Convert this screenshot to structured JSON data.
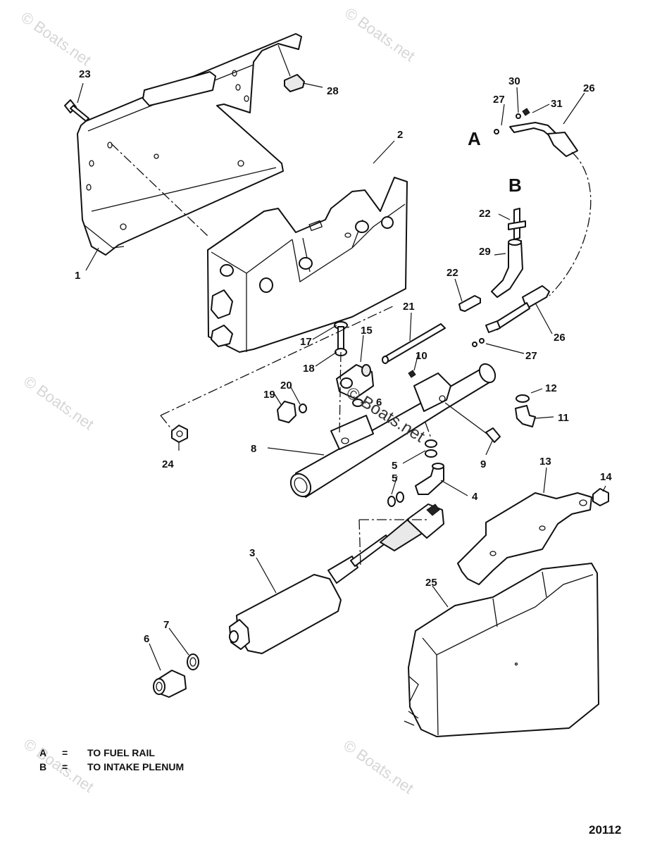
{
  "watermark": {
    "text": "© Boats.net"
  },
  "callouts": {
    "c1": "1",
    "c2": "2",
    "c3": "3",
    "c4": "4",
    "c5": "5",
    "c5b": "5",
    "c6": "6",
    "c6b": "6",
    "c7": "7",
    "c8": "8",
    "c9": "9",
    "c10": "10",
    "c11": "11",
    "c12": "12",
    "c13": "13",
    "c14": "14",
    "c15": "15",
    "c17": "17",
    "c18": "18",
    "c19": "19",
    "c20": "20",
    "c21": "21",
    "c22a": "22",
    "c22b": "22",
    "c23": "23",
    "c24": "24",
    "c25": "25",
    "c26a": "26",
    "c26b": "26",
    "c27a": "27",
    "c27b": "27",
    "c28": "28",
    "c29": "29",
    "c30": "30",
    "c31": "31"
  },
  "view_markers": {
    "a": "A",
    "b": "B"
  },
  "legend": [
    {
      "key": "A",
      "sep": "=",
      "text": "TO FUEL RAIL"
    },
    {
      "key": "B",
      "sep": "=",
      "text": "TO INTAKE PLENUM"
    }
  ],
  "figure_number": "20112"
}
